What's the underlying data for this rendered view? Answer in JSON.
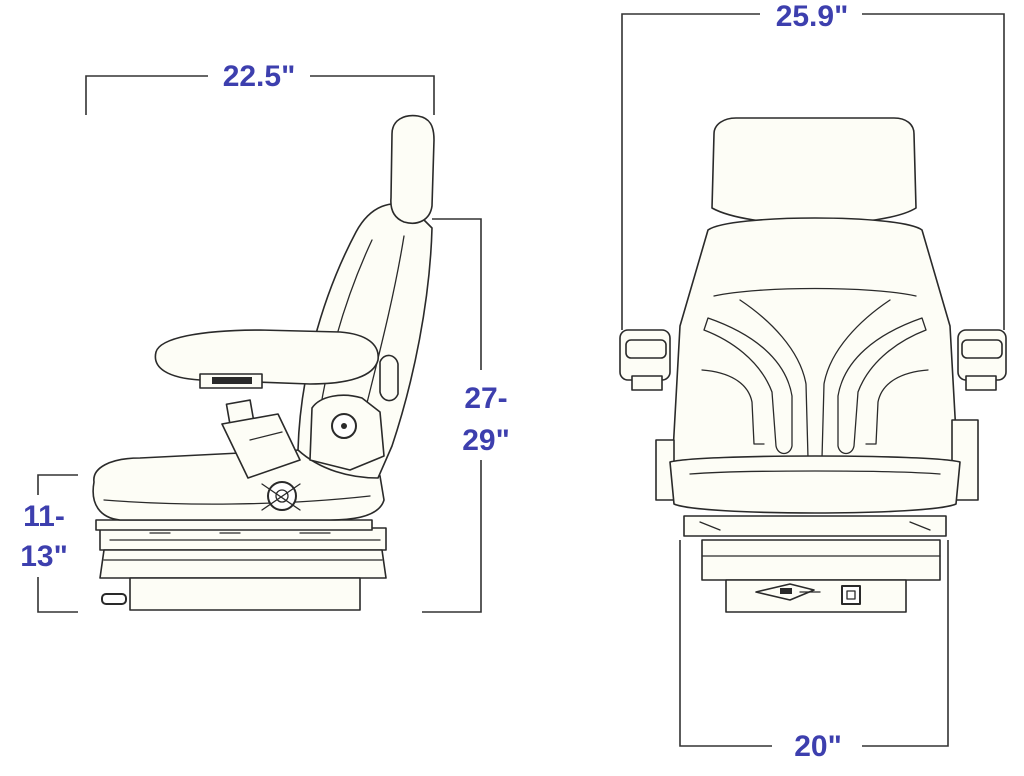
{
  "side_view": {
    "depth_label": "22.5\"",
    "height_label_line1": "27-",
    "height_label_line2": "29\"",
    "seat_height_label_line1": "11-",
    "seat_height_label_line2": "13\""
  },
  "front_view": {
    "width_armrests_label": "25.9\"",
    "base_width_label": "20\""
  },
  "colors": {
    "dimension_text": "#3d3fae",
    "line_art": "#2a2a2a"
  }
}
